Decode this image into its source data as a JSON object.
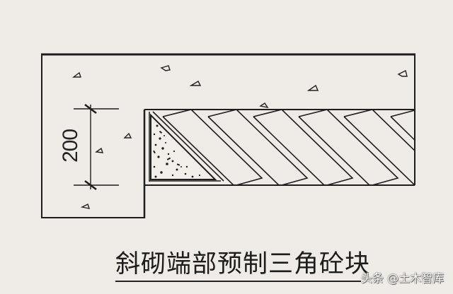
{
  "diagram": {
    "caption": "斜砌端部预制三角砼块",
    "watermark": "头条 @土木智库",
    "dimension": {
      "value": "200",
      "orientation": "vertical"
    },
    "components": {
      "concrete": "concrete-with-aggregate-marks",
      "brick_band": "diagonal-laid-bricks",
      "end_block": "precast-triangular-concrete-block"
    },
    "colors": {
      "background": "#efebe6",
      "line": "#1e1e1e",
      "caption": "#1c1c1c"
    }
  }
}
